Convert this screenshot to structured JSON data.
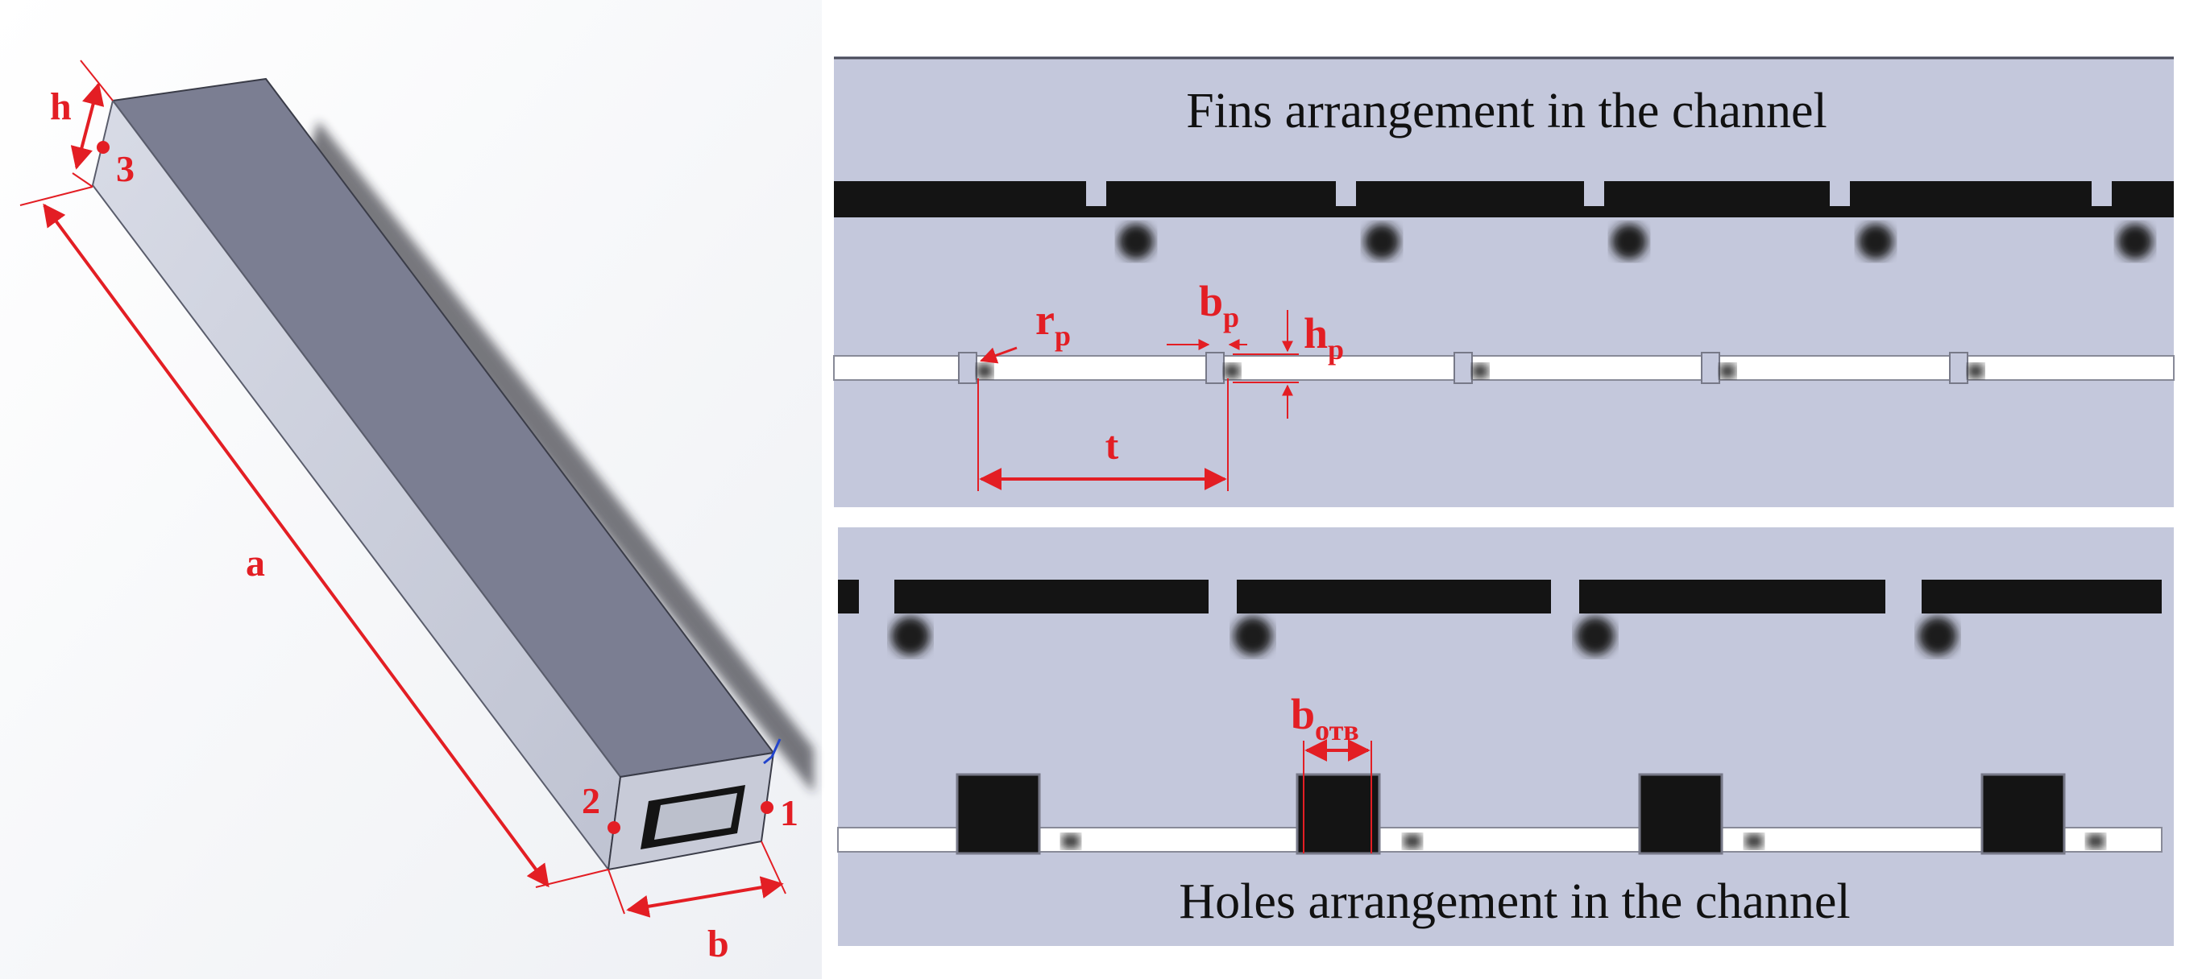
{
  "colors": {
    "annotation": "#e31e24",
    "panel_background": "#c4c8dc",
    "rib_dark": "#141414",
    "channel_top": "#7b7e92",
    "channel_side": "#cfd2e0"
  },
  "left_model": {
    "dimensions": {
      "length": "a",
      "width": "b",
      "height": "h"
    },
    "points": [
      "1",
      "2",
      "3"
    ]
  },
  "fins_panel": {
    "title": "Fins arrangement in the channel",
    "labels": {
      "radius": "r",
      "radius_sub": "p",
      "fin_width": "b",
      "fin_width_sub": "p",
      "fin_height": "h",
      "fin_height_sub": "p",
      "pitch": "t"
    }
  },
  "holes_panel": {
    "title": "Holes arrangement in the channel",
    "labels": {
      "hole_width": "b",
      "hole_width_sub": "отв"
    }
  }
}
